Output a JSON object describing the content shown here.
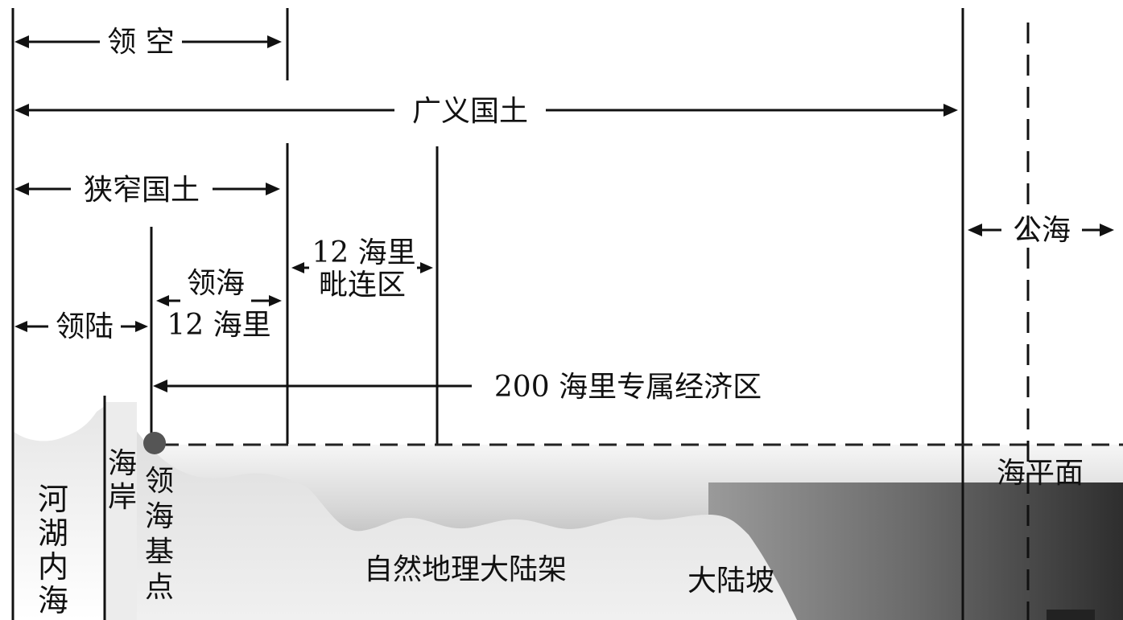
{
  "diagram": {
    "labels": {
      "airspace": "领 空",
      "broad_territory": "广义国土",
      "narrow_territory": "狭窄国土",
      "high_seas": "公海",
      "contiguous_zone_width": "12 海里",
      "contiguous_zone": "毗连区",
      "territorial_sea": "领海",
      "territorial_sea_width": "12 海里",
      "land_territory": "领陆",
      "eez": "200 海里专属经济区",
      "sea_level": "海平面",
      "inland_waters": [
        "河",
        "湖",
        "内",
        "海"
      ],
      "coast": [
        "海",
        "岸"
      ],
      "baseline_point": [
        "领",
        "海",
        "基",
        "点"
      ],
      "continental_shelf": "自然地理大陆架",
      "continental_slope": "大陆坡"
    },
    "colors": {
      "line": "#111111",
      "water_top": "#f2f2f2",
      "water_deep": "#3e3e3e",
      "shelf": "#c4c4c4",
      "baseline_dot": "#4a4a4a"
    }
  }
}
